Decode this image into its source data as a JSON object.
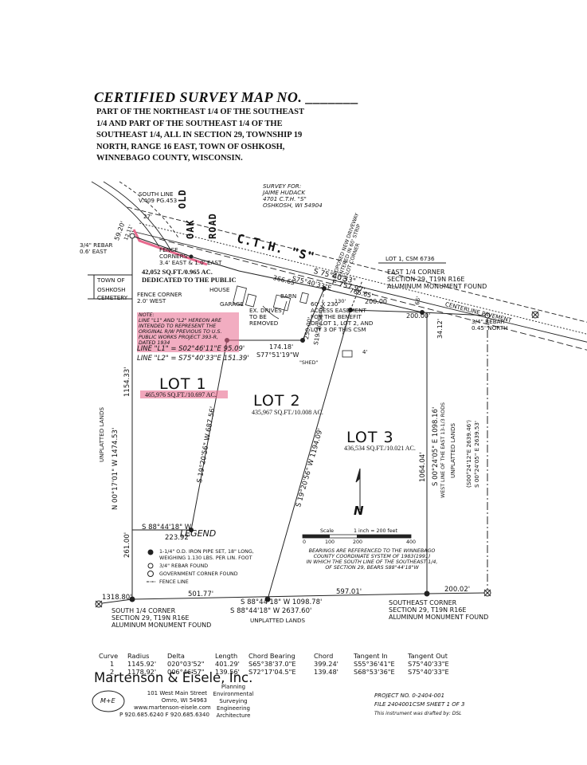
{
  "header": {
    "title": "CERTIFIED SURVEY MAP NO. _______",
    "description_lines": [
      "PART OF THE NORTHEAST 1/4 OF THE SOUTHEAST",
      "1/4 AND PART OF THE SOUTHEAST 1/4 OF THE",
      "SOUTHEAST 1/4, ALL IN SECTION 29, TOWNSHIP 19",
      "NORTH, RANGE 16 EAST, TOWN OF OSHKOSH,",
      "WINNEBAGO COUNTY, WISCONSIN."
    ]
  },
  "survey_for": [
    "SURVEY FOR:",
    "JAIME HUDACK",
    "4701 C.T.H. \"S\"",
    "OSHKOSH, WI 54904"
  ],
  "roads": {
    "old_oak_road": [
      "OLD",
      "OAK",
      "ROAD"
    ],
    "cth_s": "C.T.H. \"S\"",
    "centerline": "CENTERLINE PAVEMENT"
  },
  "labels": {
    "south_line": [
      "SOUTH LINE",
      "V.409 PG.453"
    ],
    "rebar_nw": [
      "3/4\" REBAR",
      "0.6' EAST"
    ],
    "fence_corners": [
      "FENCE",
      "CORNERS",
      "3.4' EAST & 1.0' EAST"
    ],
    "town_cemetery": [
      "TOWN OF",
      "OSHKOSH",
      "CEMETERY"
    ],
    "dedicated": [
      "42,052 SQ.FT./0.965 AC.",
      "DEDICATED TO THE PUBLIC"
    ],
    "fence_corner_w": [
      "FENCE CORNER",
      "2.0' WEST"
    ],
    "house": "HOUSE",
    "garage": "GARAGE",
    "barn": "BARN",
    "ex_drives": [
      "EX. DRIVES",
      "TO BE",
      "REMOVED"
    ],
    "easement": [
      "60' X 230'",
      "ACCESS EASEMENT",
      "FOR THE BENEFIT",
      "OF LOT 1, LOT 2, AND",
      "LOT 3 OF THIS CSM"
    ],
    "proposed_driveway": [
      "PROPOSED NEW DRIVEWAY",
      "CENTERED IN 60' STRIP",
      "OF LOT CORNER"
    ],
    "lot1_csm": "LOT 1, CSM 6736",
    "east_quarter": [
      "EAST 1/4 CORNER",
      "SECTION 29, T19N R16E",
      "ALUMINUM MONUMENT FOUND"
    ],
    "rebar_e": [
      "3/4\" REBAR",
      "0.45' NORTH"
    ],
    "shed": "\"SHED\"",
    "unplatted_lands": "UNPLATTED LANDS",
    "west_line": [
      "WEST LINE OF THE EAST 13-1/3 RODS"
    ],
    "south_quarter": [
      "SOUTH 1/4 CORNER",
      "SECTION 29, T19N R16E",
      "ALUMINUM MONUMENT FOUND"
    ],
    "southeast_corner": [
      "SOUTHEAST CORNER",
      "SECTION 29, T19N R16E",
      "ALUMINUM MONUMENT FOUND"
    ]
  },
  "note": {
    "lines": [
      "NOTE:",
      "LINE \"L1\" AND \"L2\" HEREON ARE",
      "INTENDED TO REPRESENT THE",
      "ORIGINAL R/W PREVIOUS TO U.S.",
      "PUBLIC WORKS PROJECT 393-R,",
      "DATED 1934"
    ],
    "l1": "LINE \"L1\" = S02°46'11\"E 95.09'",
    "l2": "LINE \"L2\" = S75°40'33\"E 151.39'"
  },
  "lots": {
    "lot1": {
      "name": "LOT 1",
      "area": "465,976 SQ.FT./10.697 AC."
    },
    "lot2": {
      "name": "LOT 2",
      "area": "435,967 SQ.FT./10.008 AC."
    },
    "lot3": {
      "name": "LOT 3",
      "area": "436,534 SQ.FT./10.021 AC."
    }
  },
  "bearings": {
    "road_top": "S 75°40'33\"",
    "road_e": "E 757.97'",
    "road_sub": "S75°40'33\"E",
    "d366": "366.65'",
    "d766": "766.65'",
    "d200a": "200.00",
    "d200b": "200.00'",
    "d174": "174.18'",
    "s77": "S77°51'19\"W",
    "d4": "4'",
    "d59": "59.20'",
    "d27": "27'",
    "d1211": "12.11'",
    "d3412": "34.12'",
    "d130": "130'",
    "d66": "66'",
    "west_long": "N 00°17'01\" W 1474.53'",
    "west_short": "1154.33'",
    "lot2_w": "S 19°20'56\" W 687.56'",
    "lot3_w": "S 19°20'56\" W 1194.09'",
    "lot_line_short": "S19°20'56\"W",
    "d250": "250.00'",
    "east_line": "S 00°24'05\" E 1098.16'",
    "east_short": "1064.04'",
    "far_east_a": "(S00°24'12\"E 2639.46')",
    "far_east_b": "S 00°24'05\" E 2639.53'",
    "s88_lot1": "S 88°44'18\" W",
    "d223": "223.92'",
    "d261": "261.00'",
    "d1318": "1318.80'",
    "d501": "501.77'",
    "south_bottom": "S 88°44'18\" W 1098.78'",
    "south_full": "S 88°44'18\" W 2637.60'",
    "d597": "597.01'",
    "d20002": "200.02'",
    "unplatted_south": "UNPLATTED LANDS"
  },
  "scale": {
    "label": "Scale",
    "ratio": "1 inch = 200 feet",
    "ticks": [
      "0",
      "100",
      "200",
      "400"
    ]
  },
  "bearing_note": [
    "BEARINGS ARE REFERENCED TO THE WINNEBAGO",
    "COUNTY COORDINATE SYSTEM OF 1983(1991)",
    "IN WHICH THE SOUTH LINE OF THE SOUTHEAST 1/4,",
    "OF SECTION 29, BEARS S88°44'18\"W"
  ],
  "legend": {
    "title": "LEGEND",
    "items": [
      "1-1/4\" O.D. IRON PIPE SET, 18\" LONG,",
      "WEIGHING 1.130 LBS. PER LIN. FOOT",
      "3/4\" REBAR FOUND",
      "GOVERNMENT CORNER FOUND",
      "FENCE LINE"
    ]
  },
  "north": "N",
  "curve_table": {
    "headers": [
      "Curve",
      "Radius",
      "Delta",
      "Length",
      "Chord Bearing",
      "Chord",
      "Tangent In",
      "Tangent Out"
    ],
    "rows": [
      [
        "1",
        "1145.92'",
        "020°03'52\"",
        "401.29'",
        "S65°38'37.0\"E",
        "399.24'",
        "S55°36'41\"E",
        "S75°40'33\"E"
      ],
      [
        "2",
        "1178.92'",
        "006°46'57\"",
        "139.56'",
        "S72°17'04.5\"E",
        "139.48'",
        "S68°53'36\"E",
        "S75°40'33\"E"
      ]
    ]
  },
  "firm": {
    "name": "Martenson & Eisele, Inc.",
    "address": [
      "101 West Main Street",
      "Omro, WI 54963",
      "www.martenson-eisele.com",
      "P 920.685.6240  F 920.685.6340"
    ],
    "services": [
      "Planning",
      "Environmental",
      "Surveying",
      "Engineering",
      "Architecture"
    ],
    "logo": "M+E"
  },
  "project": {
    "number": "PROJECT NO. 0-2404-001",
    "file": "FILE 2404001CSM    SHEET 1    OF 3",
    "drafted": "This instrument was drafted by: DSL"
  },
  "colors": {
    "highlight": "#e86a8e",
    "line": "#222222",
    "easement": "#555555"
  }
}
